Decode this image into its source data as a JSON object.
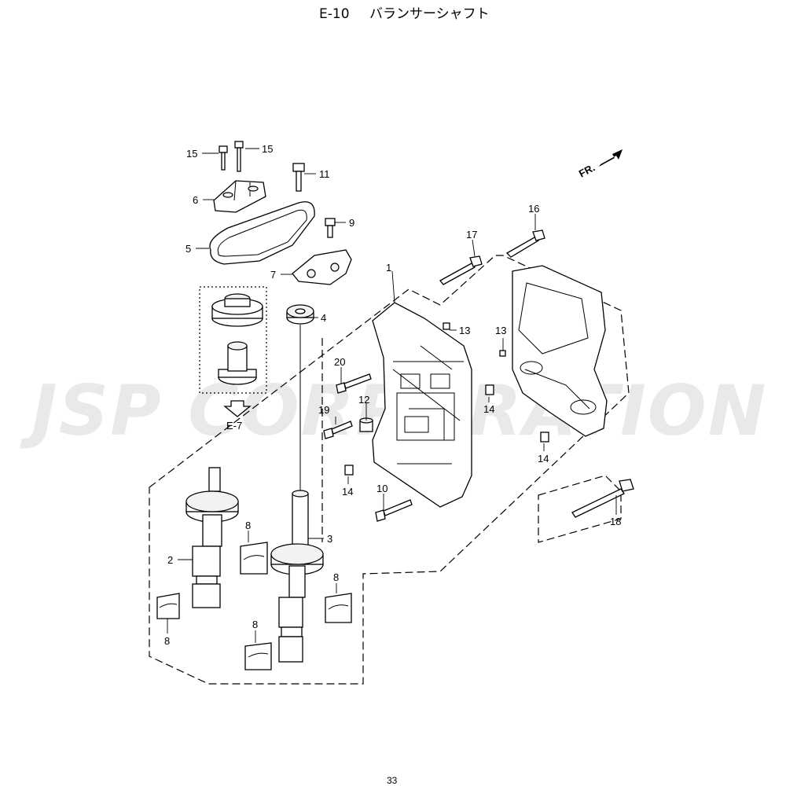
{
  "header": {
    "code": "E-10",
    "title": "バランサーシャフト"
  },
  "direction": {
    "label": "FR."
  },
  "reference": {
    "label": "E-7"
  },
  "watermark": {
    "text": "JSP CORPORATION"
  },
  "callouts": [
    "1",
    "2",
    "3",
    "4",
    "5",
    "6",
    "7",
    "8",
    "9",
    "10",
    "11",
    "12",
    "13",
    "14",
    "15",
    "16",
    "17",
    "18",
    "19",
    "20"
  ],
  "footer": {
    "page": "33"
  }
}
